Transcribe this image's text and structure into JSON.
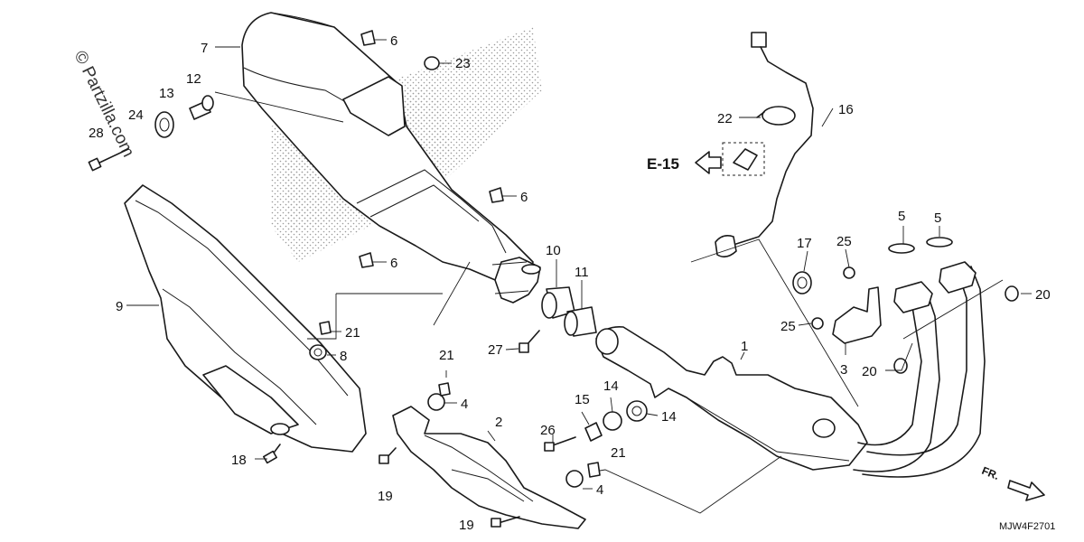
{
  "watermark": "© Partzilla.com",
  "diagram_code": "MJW4F2701",
  "reference_label": "E-15",
  "front_label": "FR.",
  "callouts": {
    "n1": "1",
    "n2": "2",
    "n3": "3",
    "n4a": "4",
    "n4b": "4",
    "n5a": "5",
    "n5b": "5",
    "n6a": "6",
    "n6b": "6",
    "n6c": "6",
    "n7": "7",
    "n8": "8",
    "n9": "9",
    "n10": "10",
    "n11": "11",
    "n12": "12",
    "n13": "13",
    "n14a": "14",
    "n14b": "14",
    "n15": "15",
    "n16": "16",
    "n17": "17",
    "n18": "18",
    "n19a": "19",
    "n19b": "19",
    "n20a": "20",
    "n20b": "20",
    "n21a": "21",
    "n21b": "21",
    "n21c": "21",
    "n22": "22",
    "n23": "23",
    "n24": "24",
    "n25a": "25",
    "n25b": "25",
    "n26": "26",
    "n27": "27",
    "n28": "28"
  }
}
